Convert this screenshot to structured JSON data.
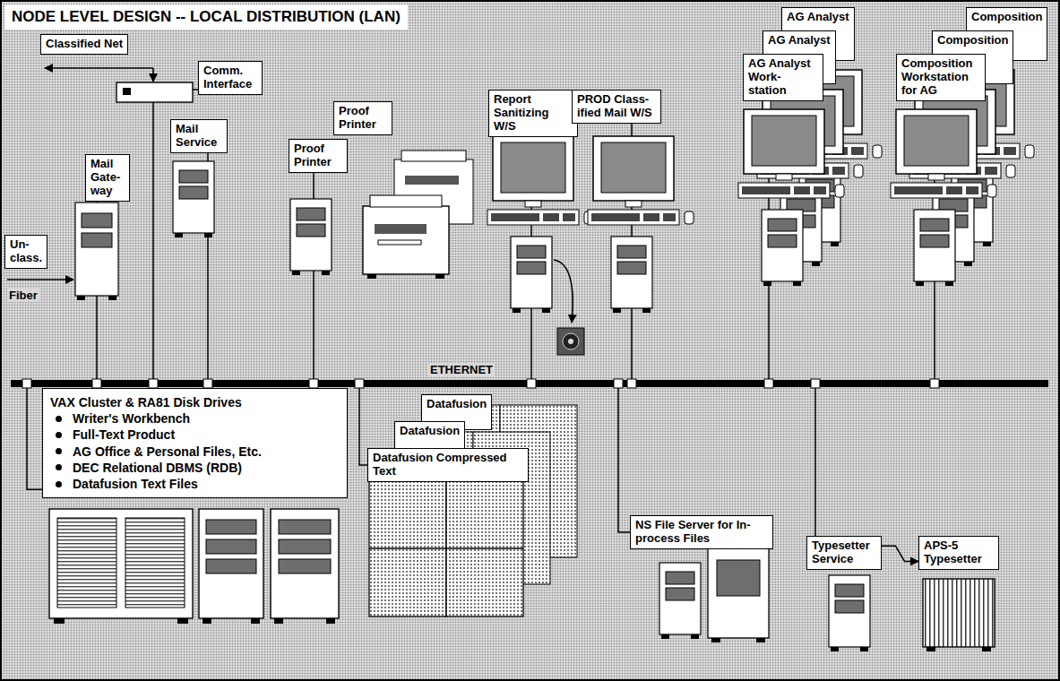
{
  "diagram": {
    "title": "NODE LEVEL DESIGN -- LOCAL DISTRIBUTION (LAN)",
    "nodes": [
      {
        "text": [
          "Classified Net"
        ]
      },
      {
        "text": [
          "Comm. Interface"
        ]
      },
      {
        "text": [
          "Mail Gate- way"
        ]
      },
      {
        "text": [
          "Mail Service"
        ]
      },
      {
        "text": [
          "Un- class."
        ]
      },
      {
        "text": [
          "Proof Printer"
        ]
      },
      {
        "text": [
          "Proof Printer"
        ]
      },
      {
        "text": [
          "Report Sanitizing W/S"
        ]
      },
      {
        "text": [
          "PROD Class- ified Mail W/S"
        ]
      },
      {
        "text": [
          "AG Analyst"
        ]
      },
      {
        "text": [
          "AG Analyst"
        ]
      },
      {
        "text": [
          "AG Analyst Work- station"
        ]
      },
      {
        "text": [
          "Composition"
        ]
      },
      {
        "text": [
          "Composition"
        ]
      },
      {
        "text": [
          "Composition Workstation for AG"
        ]
      },
      {
        "text": [
          "ETHERNET"
        ]
      },
      {
        "text": [
          "VAX Cluster & RA81 Disk Drives",
          "Writer's Workbench",
          "Full-Text Product",
          "AG Office & Personal Files, Etc.",
          "DEC Relational DBMS (RDB)",
          "Datafusion Text Files"
        ]
      },
      {
        "text": [
          "Datafusion"
        ]
      },
      {
        "text": [
          "Datafusion"
        ]
      },
      {
        "text": [
          "Datafusion Compressed Text"
        ]
      },
      {
        "text": [
          "NS File Server for In-process Files"
        ]
      },
      {
        "text": [
          "Typesetter Service"
        ]
      },
      {
        "text": [
          "APS-5 Typesetter"
        ]
      }
    ],
    "edges": [
      {
        "from": 1,
        "to": 15,
        "arrow": "none"
      },
      {
        "from": 2,
        "to": 15,
        "arrow": "none"
      },
      {
        "from": 3,
        "to": 15,
        "arrow": "none"
      },
      {
        "from": 6,
        "to": 15,
        "arrow": "none"
      },
      {
        "from": 7,
        "to": 15,
        "arrow": "none"
      },
      {
        "from": 8,
        "to": 15,
        "arrow": "none"
      },
      {
        "from": 11,
        "to": 15,
        "arrow": "none"
      },
      {
        "from": 14,
        "to": 15,
        "arrow": "none"
      },
      {
        "from": 16,
        "to": 15,
        "arrow": "none"
      },
      {
        "from": 19,
        "to": 15,
        "arrow": "none"
      },
      {
        "from": 20,
        "to": 15,
        "arrow": "none"
      },
      {
        "from": 21,
        "to": 15,
        "arrow": "none"
      },
      {
        "from": 21,
        "to": 22,
        "arrow": "to"
      }
    ],
    "labels": [
      "Fiber"
    ]
  }
}
